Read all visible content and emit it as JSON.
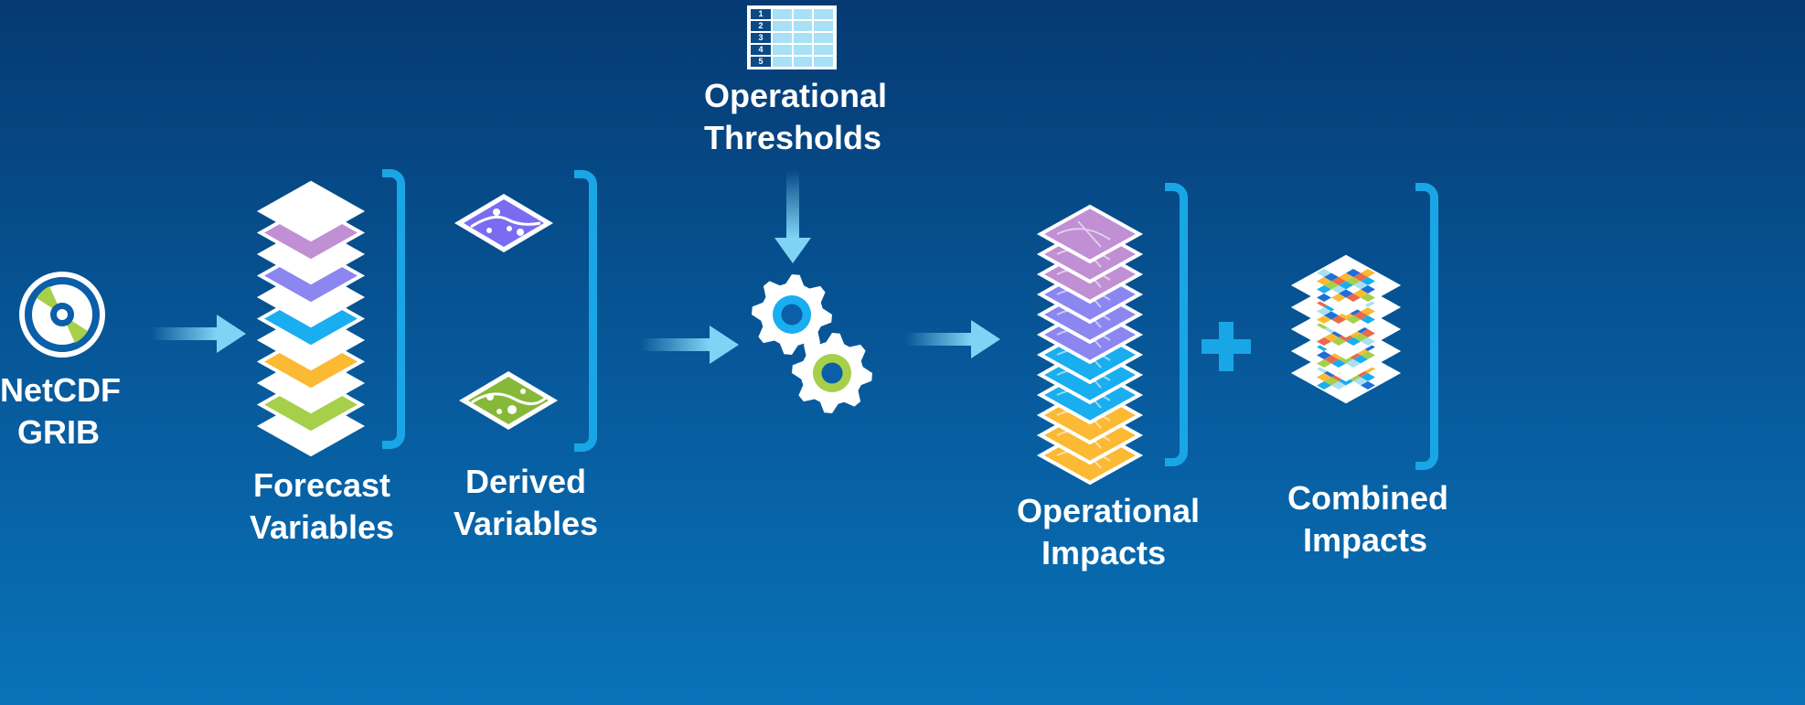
{
  "labels": {
    "source": "NetCDF\nGRIB",
    "forecast": "Forecast\nVariables",
    "derived": "Derived\nVariables",
    "thresholds": "Operational\nThresholds",
    "operational_impacts": "Operational\nImpacts",
    "combined_impacts": "Combined\nImpacts"
  },
  "threshold_table_rows": [
    "1",
    "2",
    "3",
    "4",
    "5"
  ],
  "colors": {
    "background_top": "#053a72",
    "background_bottom": "#0872b8",
    "bracket": "#19a6e6",
    "arrow": "#7fd4f5",
    "white": "#ffffff",
    "purple": "#c08fd4",
    "violet": "#8b86f0",
    "sky": "#19aef0",
    "amber": "#fbb934",
    "green": "#a6cf4a",
    "cyan_cell": "#a8e1f5"
  },
  "icons": {
    "source": "disc-icon",
    "thresholds": "table-icon",
    "process": "gears-icon",
    "combine": "plus-icon"
  }
}
